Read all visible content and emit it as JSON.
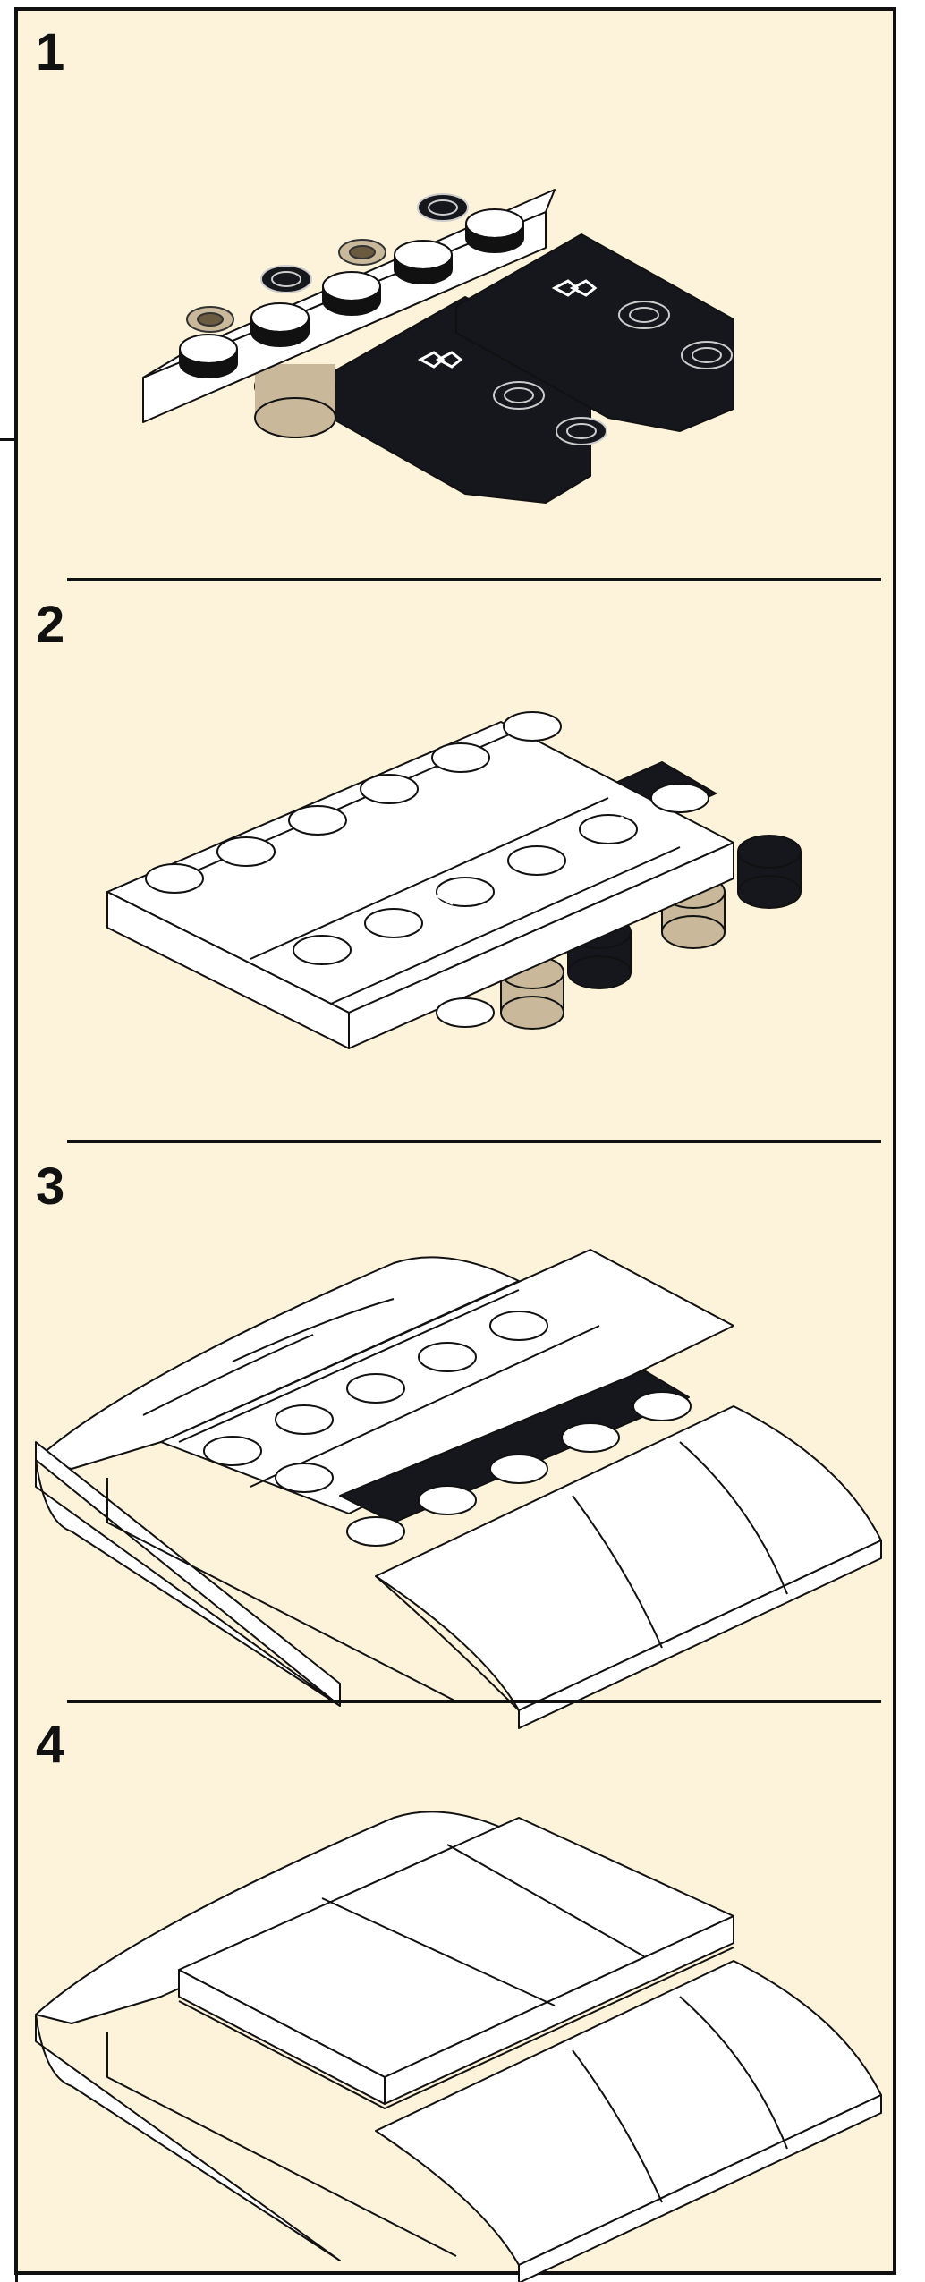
{
  "steps": [
    {
      "number": "1"
    },
    {
      "number": "2"
    },
    {
      "number": "3"
    },
    {
      "number": "4"
    }
  ],
  "colors": {
    "background": "#fdf2da",
    "white_brick": "#ffffff",
    "black_brick": "#15171d",
    "tan_brick": "#c9b99a",
    "outline": "#111111"
  },
  "icons": [
    "axle-hole-icon",
    "stud-icon",
    "open-stud-icon"
  ]
}
